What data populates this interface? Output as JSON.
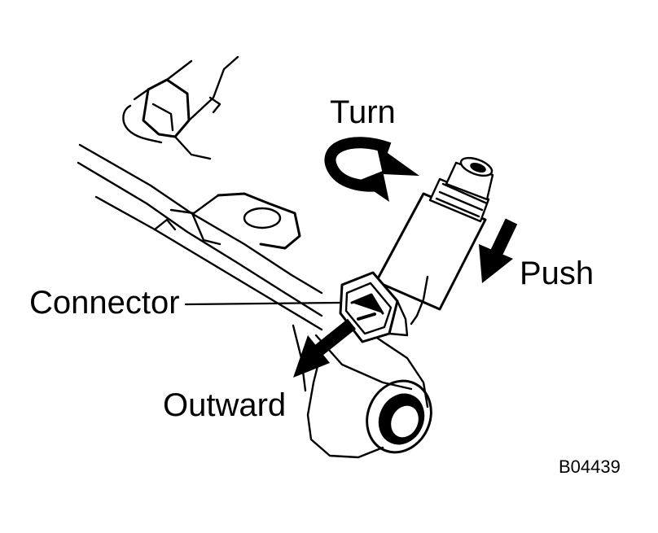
{
  "labels": {
    "turn": "Turn",
    "push": "Push",
    "connector": "Connector",
    "outward": "Outward"
  },
  "figure_code": "B04439",
  "colors": {
    "ink": "#000000",
    "paper": "#ffffff"
  }
}
